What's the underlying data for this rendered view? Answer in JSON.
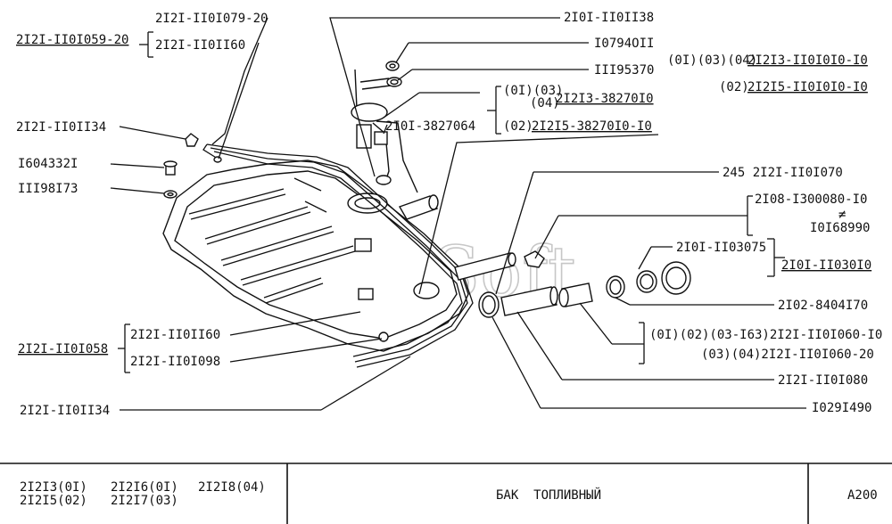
{
  "watermark": "AutoSoft",
  "labels": {
    "p_2121_1101079_20": "2I2I-II0I079-20",
    "p_2121_1101160_top": "2I2I-II0II60",
    "p_2121_1101059_20": "2I2I-II0I059-20",
    "p_2101_1101138": "2I0I-II0II38",
    "p_107940II": "I0794OII",
    "p_III95370": "III95370",
    "p_2121_1101134_top": "2I2I-II0II34",
    "p_1604332I": "I604332I",
    "p_III98I73": "III98I73",
    "p_2101_3827064": "2I0I-3827064",
    "p_38270_v1_prefix": "(0I)(03)",
    "p_38270_v1_prefix2": "(04)",
    "p_38270_v1_num": "2I2I3-38270I0",
    "p_38270_v2_prefix": "(02)",
    "p_38270_v2_num": "2I2I5-38270I0-I0",
    "p_hatch_v1_prefix": "(0I)(03)(04)",
    "p_hatch_v1_num": "2I2I3-II0I0I0-I0",
    "p_hatch_v2_prefix": "(02)",
    "p_hatch_v2_num": "2I2I5-II0I0I0-I0",
    "p_245": "245 2I2I-II0I070",
    "p_2108_1300080": "2I08-I300080-I0",
    "p_neq": "≠",
    "p_101689990": "I0I68990",
    "p_2101_1103075": "2I0I-II03075",
    "p_2101_1103010": "2I0I-II030I0",
    "p_2102_8404170": "2I02-8404I70",
    "p_1101060_v1": "(0I)(02)(03-I63)2I2I-II0I060-I0",
    "p_1101060_v2": "(03)(04)2I2I-II0I060-20",
    "p_2121_1101080": "2I2I-II0I080",
    "p_10291490": "I029I490",
    "p_2121_1101160_bottom": "2I2I-II0II60",
    "p_2121_1101058": "2I2I-II0I058",
    "p_2121_1101098": "2I2I-II0I098",
    "p_2121_1101134_bottom": "2I2I-II0II34"
  },
  "footer": {
    "models": [
      "2I2I3(0I)",
      "2I2I6(0I)",
      "2I2I8(04)",
      "2I2I5(02)",
      "2I2I7(03)"
    ],
    "title": "БАК  ТОПЛИВНЫЙ",
    "code": "A200"
  }
}
